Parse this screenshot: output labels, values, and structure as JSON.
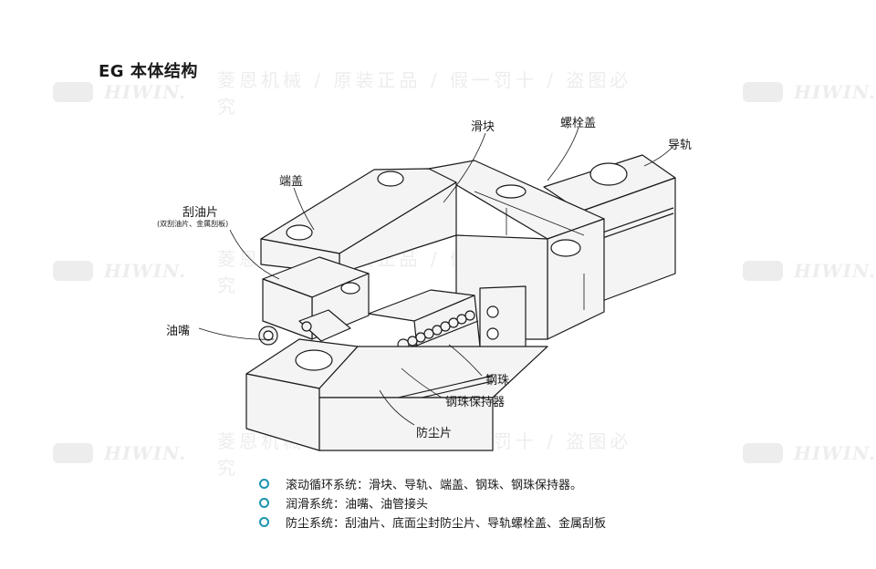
{
  "title": "EG 本体结构",
  "watermark": {
    "brand": "HIWIN.",
    "slogan": "菱恩机械 / 原装正品 / 假一罚十 / 盗图必究"
  },
  "labels": {
    "slider": "滑块",
    "bolt_cap": "螺栓盖",
    "rail": "导轨",
    "end_cap": "端盖",
    "scraper": "刮油片",
    "scraper_note": "(双刮油片、金属刮板)",
    "grease_nipple": "油嘴",
    "steel_ball": "钢珠",
    "ball_retainer": "钢珠保持器",
    "dust_seal": "防尘片"
  },
  "systems": [
    {
      "text": "滚动循环系统：滑块、导轨、端盖、钢珠、钢珠保持器。"
    },
    {
      "text": "润滑系统：油嘴、油管接头"
    },
    {
      "text": "防尘系统：刮油片、底面尘封防尘片、导轨螺栓盖、金属刮板"
    }
  ],
  "colors": {
    "bullet": "#1b94b0",
    "line": "#1a1a1a",
    "fill": "#f4f4f4"
  }
}
